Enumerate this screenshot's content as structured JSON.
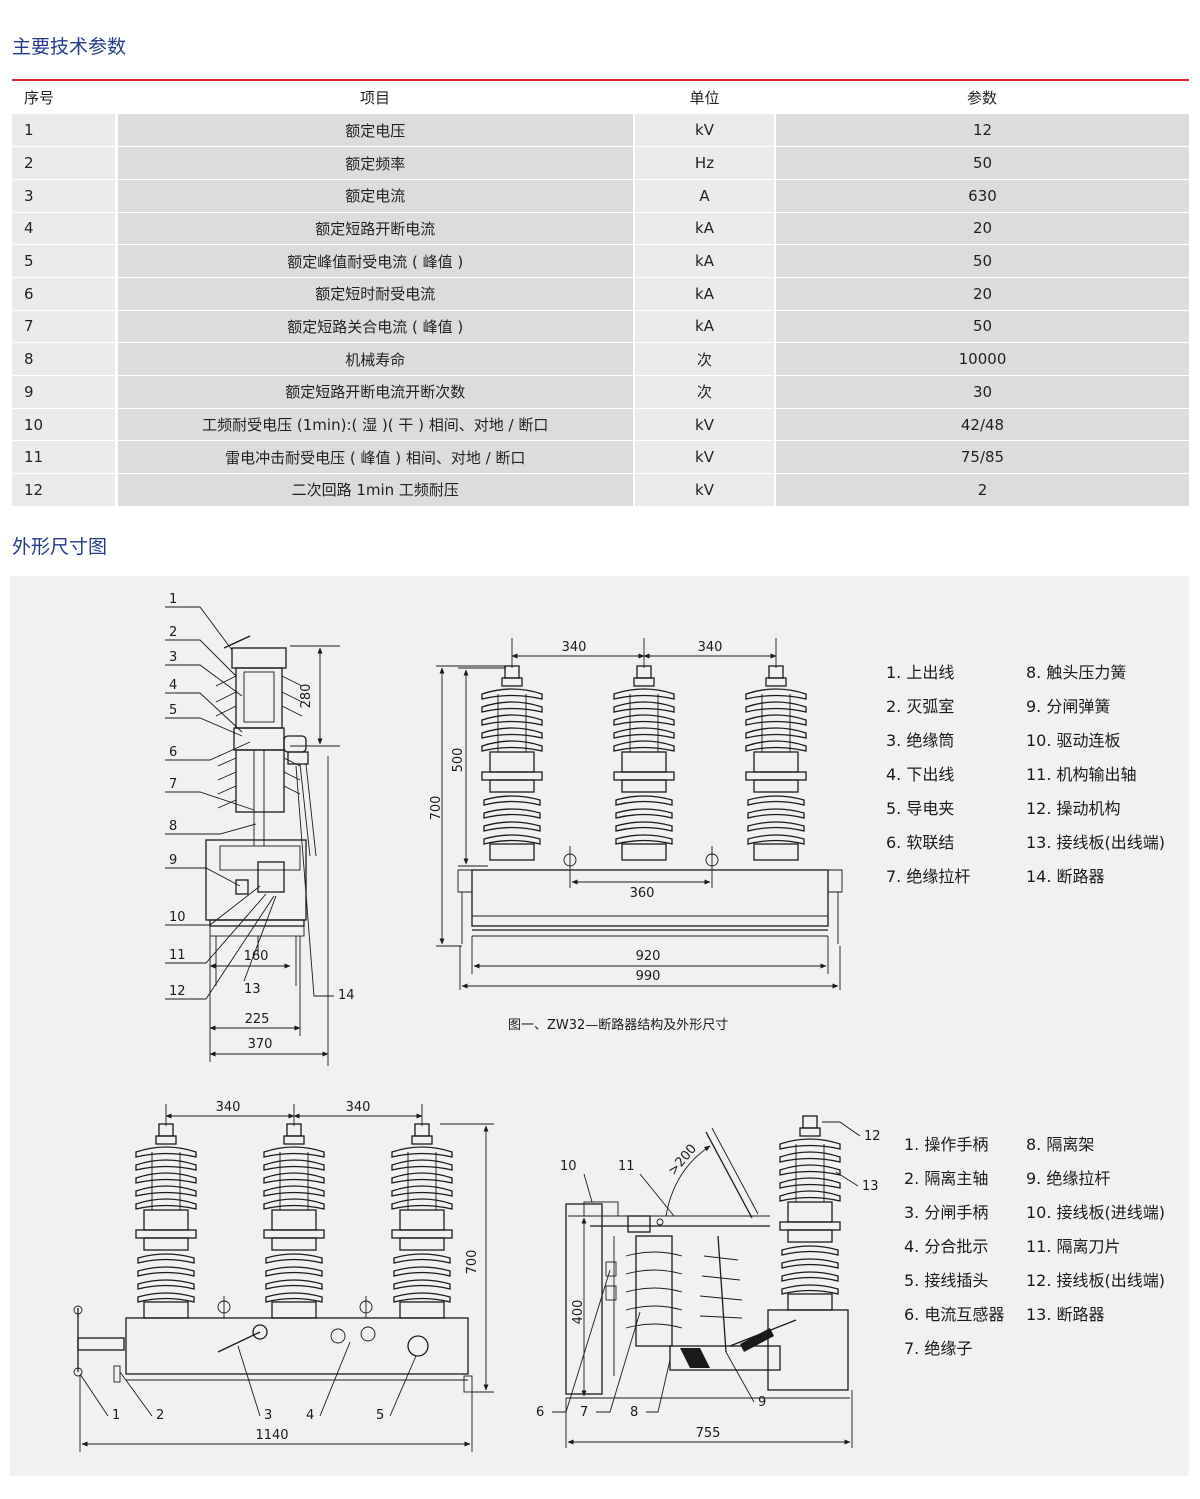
{
  "section_titles": {
    "params": "主要技术参数",
    "dimensions": "外形尺寸图"
  },
  "table": {
    "headers": [
      "序号",
      "项目",
      "单位",
      "参数"
    ],
    "rows": [
      [
        "1",
        "额定电压",
        "kV",
        "12"
      ],
      [
        "2",
        "额定频率",
        "Hz",
        "50"
      ],
      [
        "3",
        "额定电流",
        "A",
        "630"
      ],
      [
        "4",
        "额定短路开断电流",
        "kA",
        "20"
      ],
      [
        "5",
        "额定峰值耐受电流 ( 峰值 )",
        "kA",
        "50"
      ],
      [
        "6",
        "额定短时耐受电流",
        "kA",
        "20"
      ],
      [
        "7",
        "额定短路关合电流 ( 峰值 )",
        "kA",
        "50"
      ],
      [
        "8",
        "机械寿命",
        "次",
        "10000"
      ],
      [
        "9",
        "额定短路开断电流开断次数",
        "次",
        "30"
      ],
      [
        "10",
        "工频耐受电压 (1min):( 湿 )( 干 ) 相间、对地 / 断口",
        "kV",
        "42/48"
      ],
      [
        "11",
        "雷电冲击耐受电压 ( 峰值 ) 相间、对地 / 断口",
        "kV",
        "75/85"
      ],
      [
        "12",
        "二次回路 1min 工频耐压",
        "kV",
        "2"
      ]
    ]
  },
  "figure1": {
    "caption": "图一、ZW32—断路器结构及外形尺寸",
    "callouts": [
      "1",
      "2",
      "3",
      "4",
      "5",
      "6",
      "7",
      "8",
      "9",
      "10",
      "11",
      "12",
      "13",
      "14"
    ],
    "side_dims": {
      "d280": "280",
      "d160": "160",
      "d225": "225",
      "d370": "370"
    },
    "front_dims": {
      "d340a": "340",
      "d340b": "340",
      "d500": "500",
      "d700": "700",
      "d360": "360",
      "d920": "920",
      "d990": "990"
    },
    "legend_left": [
      "1. 上出线",
      "2. 灭弧室",
      "3. 绝缘筒",
      "4. 下出线",
      "5. 导电夹",
      "6. 软联结",
      "7. 绝缘拉杆"
    ],
    "legend_right": [
      "8. 触头压力簧",
      "9. 分闸弹簧",
      "10. 驱动连板",
      "11. 机构输出轴",
      "12. 操动机构",
      "13. 接线板(出线端)",
      "14. 断路器"
    ]
  },
  "figure2": {
    "front_dims": {
      "d340a": "340",
      "d340b": "340",
      "d700": "700",
      "d1140": "1140"
    },
    "front_callouts": [
      "1",
      "2",
      "3",
      "4",
      "5"
    ],
    "side_dims": {
      "d200": ">200",
      "d400": "400",
      "d755": "755"
    },
    "side_callouts": [
      "6",
      "7",
      "8",
      "9",
      "10",
      "11",
      "12",
      "13"
    ],
    "legend_left": [
      "1. 操作手柄",
      "2. 隔离主轴",
      "3. 分闸手柄",
      "4. 分合批示",
      "5. 接线插头",
      "6. 电流互感器",
      "7. 绝缘子"
    ],
    "legend_right": [
      "8. 隔离架",
      "9. 绝缘拉杆",
      "10. 接线板(进线端)",
      "11. 隔离刀片",
      "12. 接线板(出线端)",
      "13. 断路器"
    ]
  }
}
